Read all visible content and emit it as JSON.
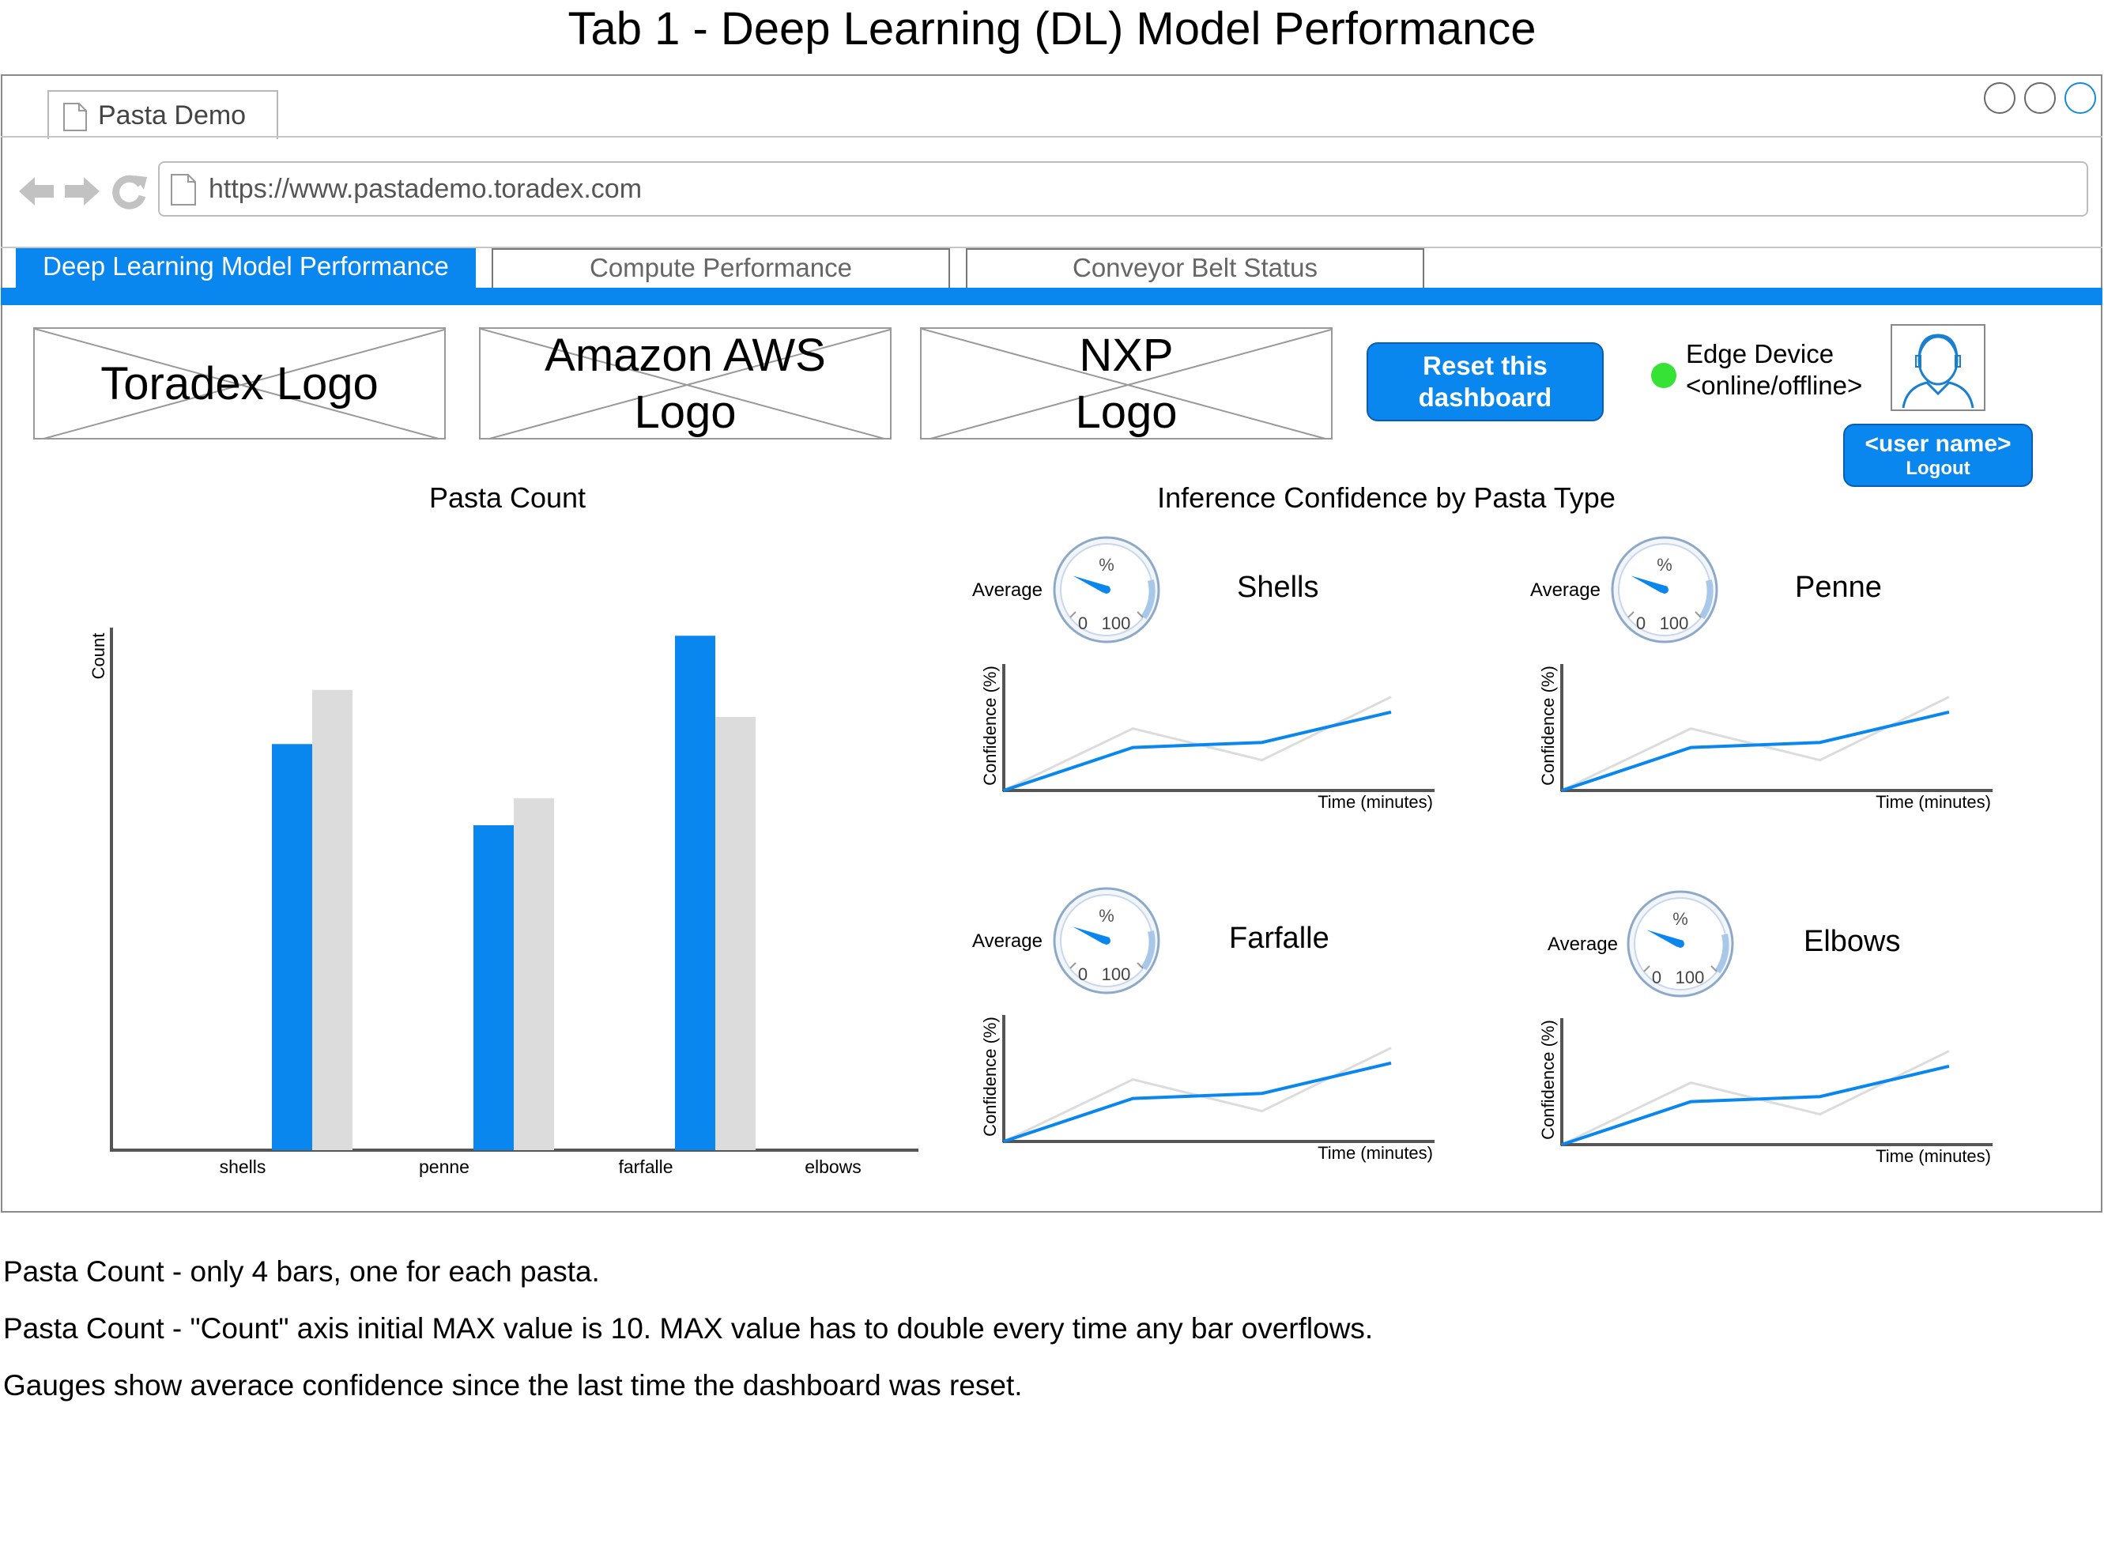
{
  "page_title": "Tab 1 - Deep Learning (DL) Model Performance",
  "browser": {
    "tab_label": "Pasta Demo",
    "url": "https://www.pastademo.toradex.com"
  },
  "app_tabs": [
    {
      "label": "Deep Learning Model Performance",
      "active": true
    },
    {
      "label": "Compute Performance",
      "active": false
    },
    {
      "label": "Conveyor Belt Status",
      "active": false
    }
  ],
  "logos": {
    "toradex": [
      "Toradex Logo"
    ],
    "aws": [
      "Amazon AWS",
      "Logo"
    ],
    "nxp": [
      "NXP",
      "Logo"
    ]
  },
  "reset_button": {
    "line1": "Reset this",
    "line2": "dashboard"
  },
  "edge_device": {
    "line1": "Edge Device",
    "line2": "<online/offline>",
    "status_color": "#36e236"
  },
  "user": {
    "name": "<user name>",
    "logout": "Logout"
  },
  "colors": {
    "accent": "#0a86ef",
    "secondary_series": "#dcdcdc"
  },
  "pasta_count": {
    "title": "Pasta Count",
    "chart_data": {
      "type": "bar",
      "categories": [
        "shells",
        "penne",
        "farfalle",
        "elbows"
      ],
      "series": [
        {
          "values": [
            7.5,
            6,
            9.5,
            0
          ],
          "color": "#0a86ef"
        },
        {
          "values": [
            8.5,
            6.5,
            8,
            0
          ],
          "color": "#dcdcdc"
        }
      ],
      "ylabel": "Count",
      "ylim": [
        0,
        10
      ]
    }
  },
  "inference": {
    "title": "Inference Confidence by Pasta Type",
    "gauges": [
      {
        "name": "Shells",
        "avg_label": "Average",
        "unit": "%",
        "min": "0",
        "max": "100",
        "level": 25,
        "chart_data": {
          "type": "line",
          "xlabel": "Time (minutes)",
          "ylabel": "Confidence (%)",
          "series": [
            {
              "x": [
                0,
                1,
                2,
                3
              ],
              "y": [
                0,
                34,
                38,
                62
              ],
              "color": "#0a86ef"
            },
            {
              "x": [
                0,
                1,
                2,
                3
              ],
              "y": [
                0,
                49,
                24,
                74
              ],
              "color": "#dcdcdc"
            }
          ]
        }
      },
      {
        "name": "Penne",
        "avg_label": "Average",
        "unit": "%",
        "min": "0",
        "max": "100",
        "level": 25,
        "chart_data": {
          "type": "line",
          "xlabel": "Time (minutes)",
          "ylabel": "Confidence (%)",
          "series": [
            {
              "x": [
                0,
                1,
                2,
                3
              ],
              "y": [
                0,
                34,
                38,
                62
              ],
              "color": "#0a86ef"
            },
            {
              "x": [
                0,
                1,
                2,
                3
              ],
              "y": [
                0,
                49,
                24,
                74
              ],
              "color": "#dcdcdc"
            }
          ]
        }
      },
      {
        "name": "Farfalle",
        "avg_label": "Average",
        "unit": "%",
        "min": "0",
        "max": "100",
        "level": 25,
        "chart_data": {
          "type": "line",
          "xlabel": "Time (minutes)",
          "ylabel": "Confidence (%)",
          "series": [
            {
              "x": [
                0,
                1,
                2,
                3
              ],
              "y": [
                0,
                34,
                38,
                62
              ],
              "color": "#0a86ef"
            },
            {
              "x": [
                0,
                1,
                2,
                3
              ],
              "y": [
                0,
                49,
                24,
                74
              ],
              "color": "#dcdcdc"
            }
          ]
        }
      },
      {
        "name": "Elbows",
        "avg_label": "Average",
        "unit": "%",
        "min": "0",
        "max": "100",
        "level": 25,
        "chart_data": {
          "type": "line",
          "xlabel": "Time (minutes)",
          "ylabel": "Confidence (%)",
          "series": [
            {
              "x": [
                0,
                1,
                2,
                3
              ],
              "y": [
                0,
                34,
                38,
                62
              ],
              "color": "#0a86ef"
            },
            {
              "x": [
                0,
                1,
                2,
                3
              ],
              "y": [
                0,
                49,
                24,
                74
              ],
              "color": "#dcdcdc"
            }
          ]
        }
      }
    ]
  },
  "notes": [
    "Pasta Count - only 4 bars, one for each pasta.",
    "Pasta Count - \"Count\" axis initial MAX value is 10. MAX value has to double every time any bar overflows.",
    "Gauges show averace confidence since the last time the dashboard was reset."
  ],
  "icons": [
    "document-icon",
    "back-arrow-icon",
    "forward-arrow-icon",
    "refresh-icon",
    "window-control-icon",
    "user-avatar-icon",
    "gauge-icon"
  ]
}
